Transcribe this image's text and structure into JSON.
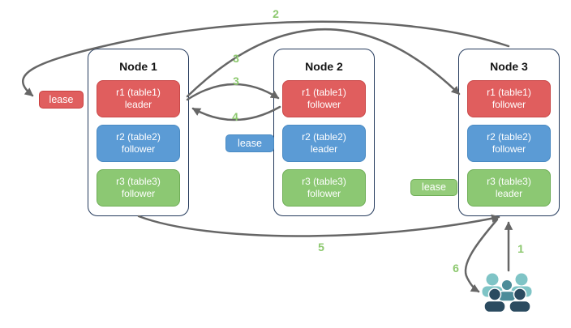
{
  "nodes": [
    {
      "title": "Node 1",
      "replicas": [
        {
          "name": "r1 (table1)",
          "role": "leader"
        },
        {
          "name": "r2 (table2)",
          "role": "follower"
        },
        {
          "name": "r3 (table3)",
          "role": "follower"
        }
      ]
    },
    {
      "title": "Node 2",
      "replicas": [
        {
          "name": "r1 (table1)",
          "role": "follower"
        },
        {
          "name": "r2 (table2)",
          "role": "leader"
        },
        {
          "name": "r3 (table3)",
          "role": "follower"
        }
      ]
    },
    {
      "title": "Node 3",
      "replicas": [
        {
          "name": "r1 (table1)",
          "role": "follower"
        },
        {
          "name": "r2 (table2)",
          "role": "follower"
        },
        {
          "name": "r3 (table3)",
          "role": "leader"
        }
      ]
    }
  ],
  "leases": {
    "red": {
      "label": "lease"
    },
    "blue": {
      "label": "lease"
    },
    "green": {
      "label": "lease"
    }
  },
  "steps": {
    "s1": "1",
    "s2": "2",
    "s3a": "3",
    "s3b": "3",
    "s4": "4",
    "s5": "5",
    "s6": "6"
  },
  "icons": {
    "users": "users-icon"
  },
  "colors": {
    "replica_red_fill": "#e05e5e",
    "replica_red_border": "#c94848",
    "replica_blue_fill": "#5b9bd5",
    "replica_blue_border": "#4a8ac2",
    "replica_green_fill": "#8cc873",
    "replica_green_border": "#6fae57",
    "node_border": "#243a5c",
    "arrow": "#666666",
    "step_label": "#8cc86e",
    "users_light_teal": "#7fc4c6",
    "users_medium_teal": "#4d8c99",
    "users_dark_navy": "#2b4b60"
  }
}
